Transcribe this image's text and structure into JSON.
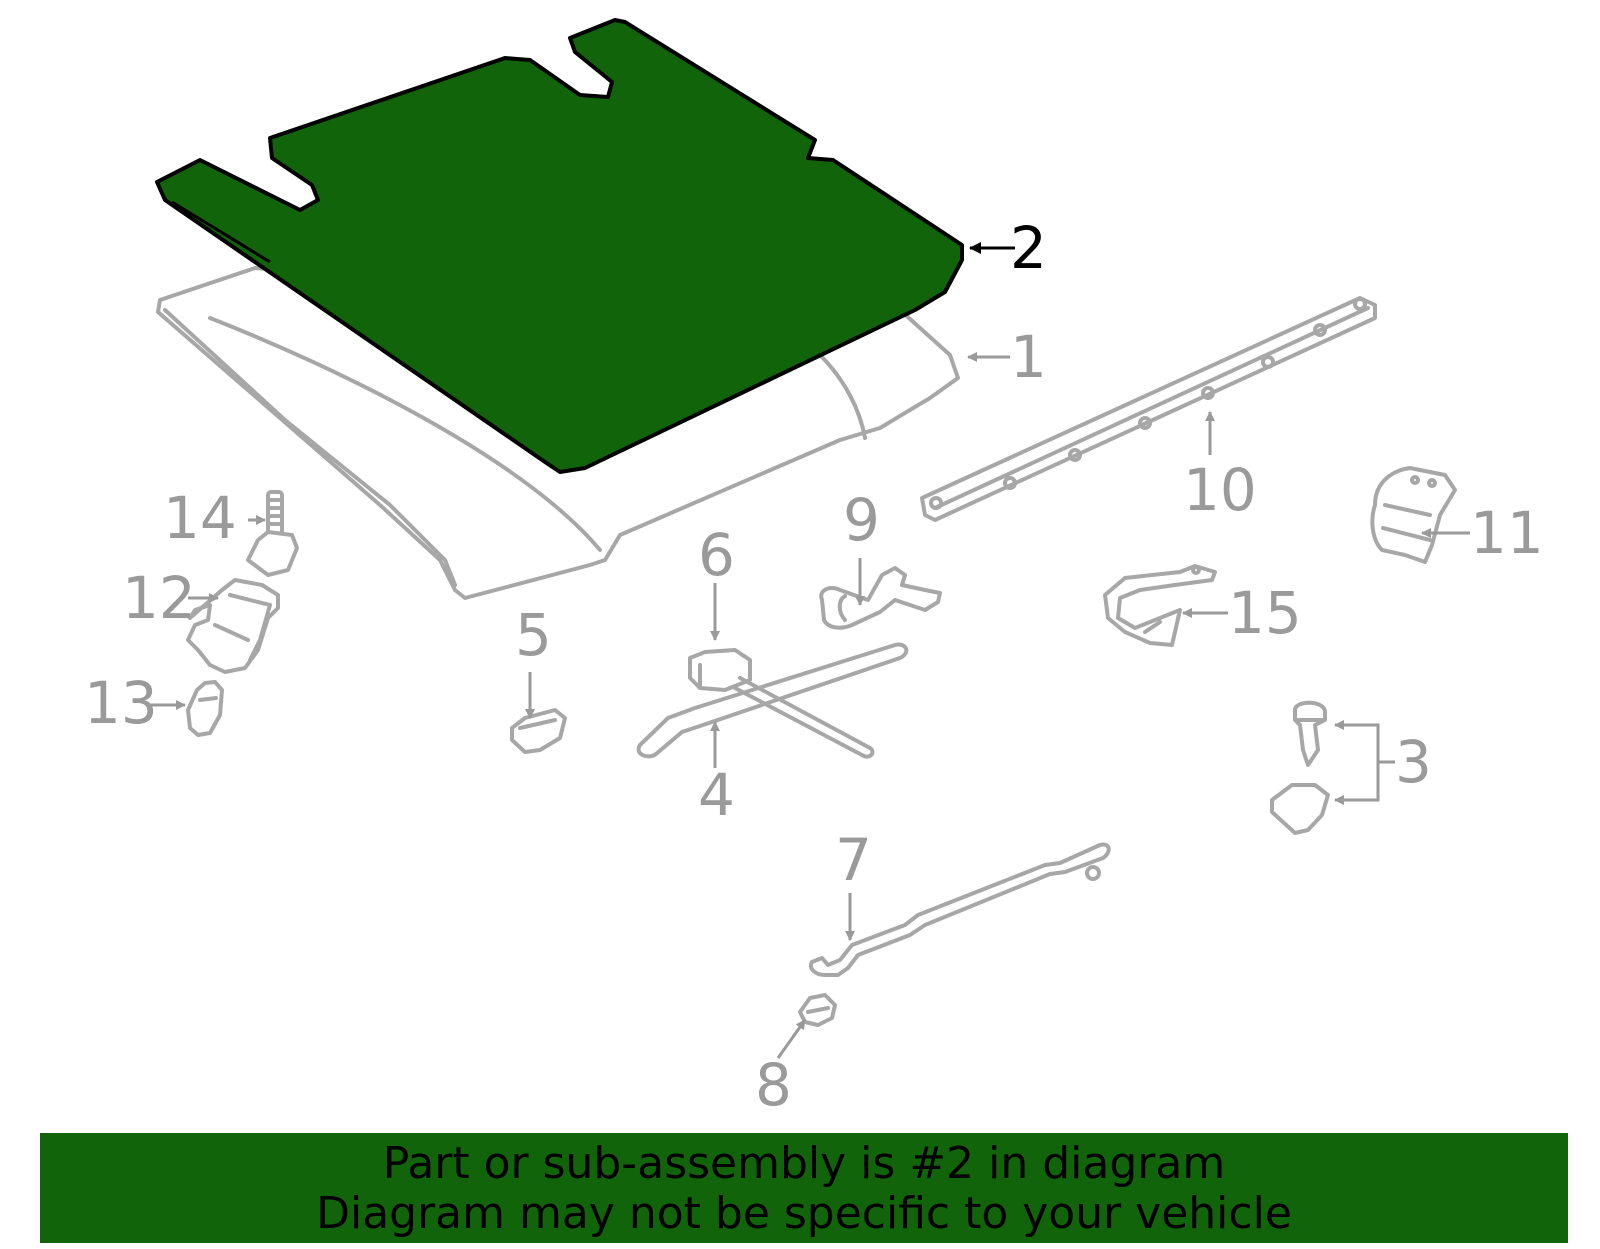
{
  "highlight_color": "#12640a",
  "callouts": {
    "c1": "1",
    "c2": "2",
    "c3": "3",
    "c4": "4",
    "c5": "5",
    "c6": "6",
    "c7": "7",
    "c8": "8",
    "c9": "9",
    "c10": "10",
    "c11": "11",
    "c12": "12",
    "c13": "13",
    "c14": "14",
    "c15": "15"
  },
  "banner": {
    "line1": "Part or sub-assembly is #2 in diagram",
    "line2": "Diagram may not be specific to your vehicle"
  }
}
